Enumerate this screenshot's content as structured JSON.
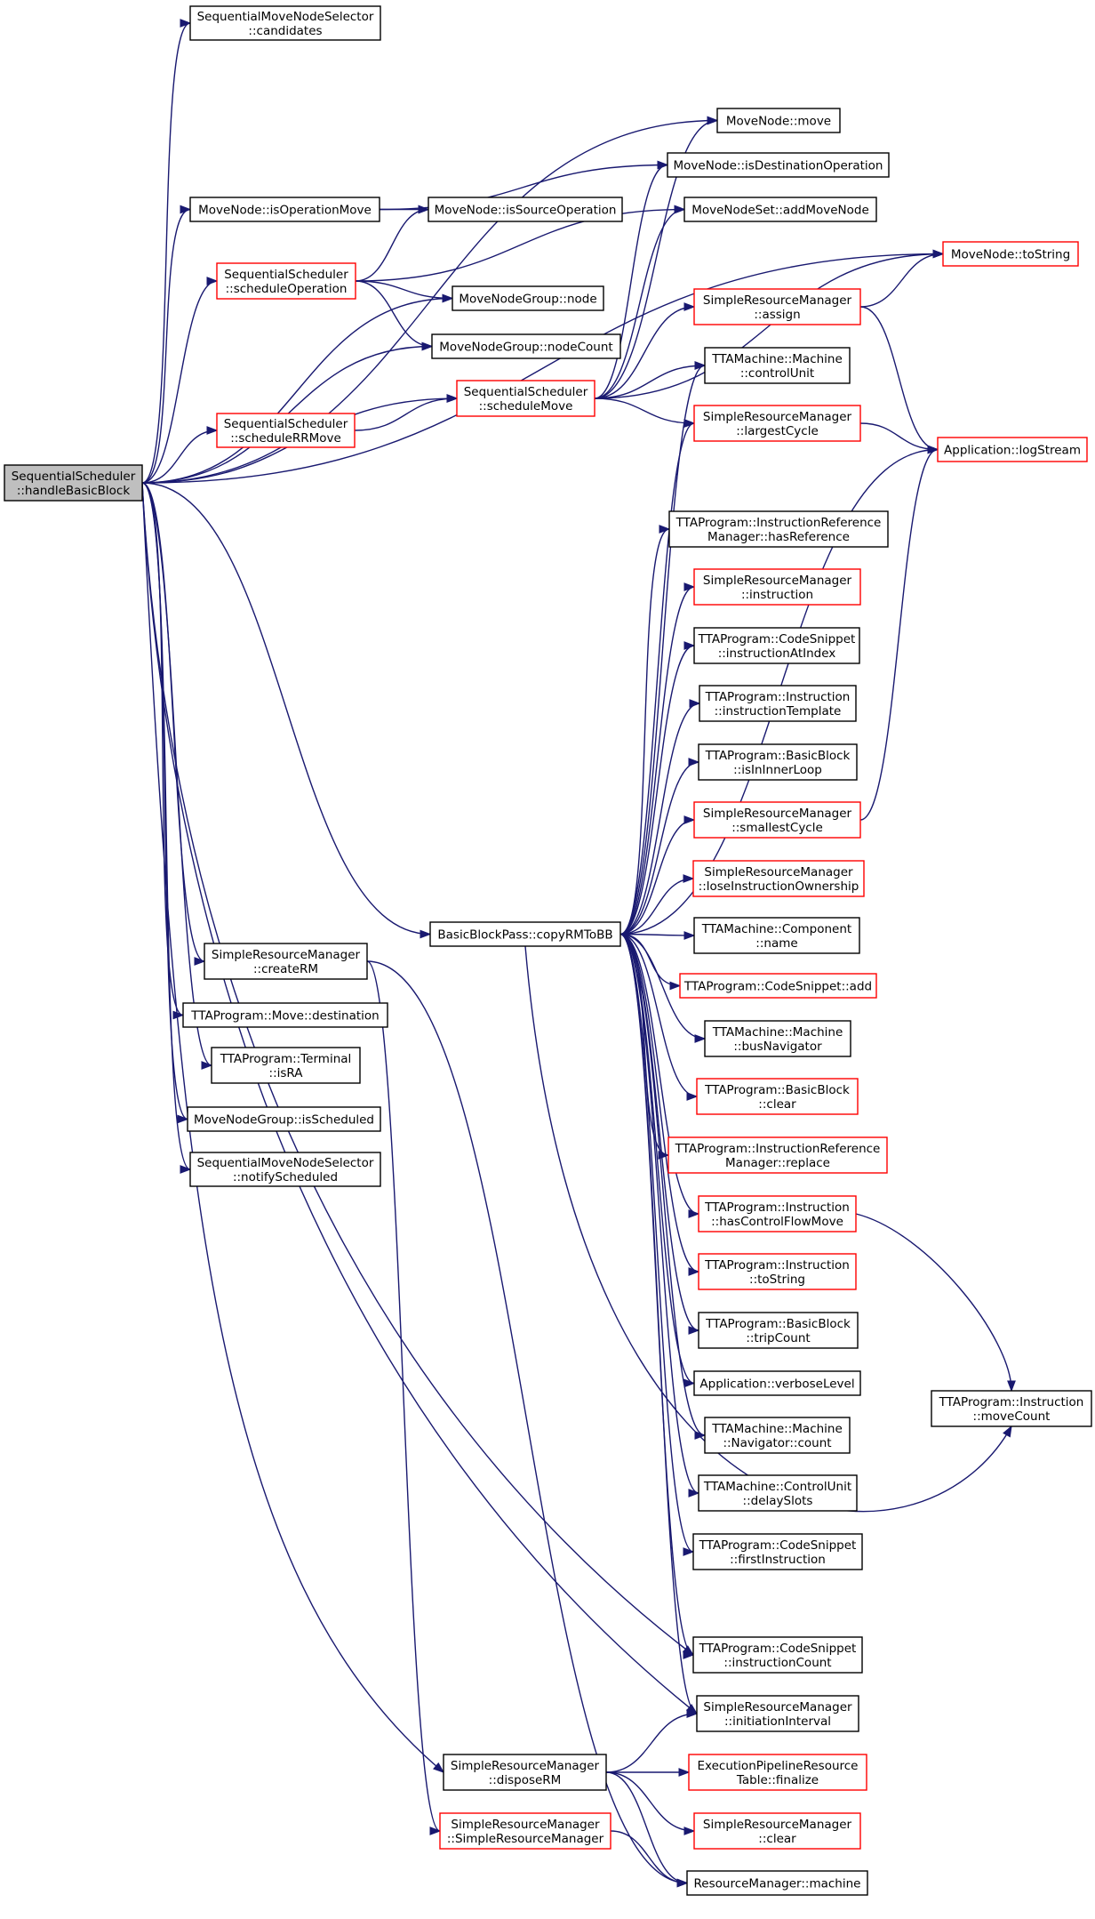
{
  "colors": {
    "edge": "#191970",
    "normal_border": "#000000",
    "truncated_border": "#ff0000",
    "root_fill": "#bfbfbf",
    "node_fill": "#ffffff"
  },
  "nodes": {
    "handleBasicBlock": {
      "lines": [
        "SequentialScheduler",
        "::handleBasicBlock"
      ],
      "style": "root"
    },
    "candidates": {
      "lines": [
        "SequentialMoveNodeSelector",
        "::candidates"
      ],
      "style": "normal"
    },
    "isOperationMove": {
      "lines": [
        "MoveNode::isOperationMove"
      ],
      "style": "normal"
    },
    "scheduleOperation": {
      "lines": [
        "SequentialScheduler",
        "::scheduleOperation"
      ],
      "style": "truncated"
    },
    "scheduleRRMove": {
      "lines": [
        "SequentialScheduler",
        "::scheduleRRMove"
      ],
      "style": "truncated"
    },
    "isSourceOperation": {
      "lines": [
        "MoveNode::isSourceOperation"
      ],
      "style": "normal"
    },
    "node": {
      "lines": [
        "MoveNodeGroup::node"
      ],
      "style": "normal"
    },
    "nodeCount": {
      "lines": [
        "MoveNodeGroup::nodeCount"
      ],
      "style": "normal"
    },
    "scheduleMove": {
      "lines": [
        "SequentialScheduler",
        "::scheduleMove"
      ],
      "style": "truncated"
    },
    "move": {
      "lines": [
        "MoveNode::move"
      ],
      "style": "normal"
    },
    "isDestinationOperation": {
      "lines": [
        "MoveNode::isDestinationOperation"
      ],
      "style": "normal"
    },
    "addMoveNode": {
      "lines": [
        "MoveNodeSet::addMoveNode"
      ],
      "style": "normal"
    },
    "toString": {
      "lines": [
        "MoveNode::toString"
      ],
      "style": "truncated"
    },
    "assign": {
      "lines": [
        "SimpleResourceManager",
        "::assign"
      ],
      "style": "truncated"
    },
    "controlUnit": {
      "lines": [
        "TTAMachine::Machine",
        "::controlUnit"
      ],
      "style": "normal"
    },
    "largestCycle": {
      "lines": [
        "SimpleResourceManager",
        "::largestCycle"
      ],
      "style": "truncated"
    },
    "logStream": {
      "lines": [
        "Application::logStream"
      ],
      "style": "truncated"
    },
    "hasReference": {
      "lines": [
        "TTAProgram::InstructionReference",
        "Manager::hasReference"
      ],
      "style": "normal"
    },
    "instruction": {
      "lines": [
        "SimpleResourceManager",
        "::instruction"
      ],
      "style": "truncated"
    },
    "instructionAtIndex": {
      "lines": [
        "TTAProgram::CodeSnippet",
        "::instructionAtIndex"
      ],
      "style": "normal"
    },
    "instructionTemplate": {
      "lines": [
        "TTAProgram::Instruction",
        "::instructionTemplate"
      ],
      "style": "normal"
    },
    "isInInnerLoop": {
      "lines": [
        "TTAProgram::BasicBlock",
        "::isInInnerLoop"
      ],
      "style": "normal"
    },
    "smallestCycle": {
      "lines": [
        "SimpleResourceManager",
        "::smallestCycle"
      ],
      "style": "truncated"
    },
    "loseInstructionOwnership": {
      "lines": [
        "SimpleResourceManager",
        "::loseInstructionOwnership"
      ],
      "style": "truncated"
    },
    "copyRMToBB": {
      "lines": [
        "BasicBlockPass::copyRMToBB"
      ],
      "style": "normal"
    },
    "componentName": {
      "lines": [
        "TTAMachine::Component",
        "::name"
      ],
      "style": "normal"
    },
    "codeSnippetAdd": {
      "lines": [
        "TTAProgram::CodeSnippet::add"
      ],
      "style": "truncated"
    },
    "busNavigator": {
      "lines": [
        "TTAMachine::Machine",
        "::busNavigator"
      ],
      "style": "normal"
    },
    "bbClear": {
      "lines": [
        "TTAProgram::BasicBlock",
        "::clear"
      ],
      "style": "truncated"
    },
    "replace": {
      "lines": [
        "TTAProgram::InstructionReference",
        "Manager::replace"
      ],
      "style": "truncated"
    },
    "hasControlFlowMove": {
      "lines": [
        "TTAProgram::Instruction",
        "::hasControlFlowMove"
      ],
      "style": "truncated"
    },
    "instrToString": {
      "lines": [
        "TTAProgram::Instruction",
        "::toString"
      ],
      "style": "truncated"
    },
    "tripCount": {
      "lines": [
        "TTAProgram::BasicBlock",
        "::tripCount"
      ],
      "style": "normal"
    },
    "verboseLevel": {
      "lines": [
        "Application::verboseLevel"
      ],
      "style": "normal"
    },
    "navigatorCount": {
      "lines": [
        "TTAMachine::Machine",
        "::Navigator::count"
      ],
      "style": "normal"
    },
    "delaySlots": {
      "lines": [
        "TTAMachine::ControlUnit",
        "::delaySlots"
      ],
      "style": "normal"
    },
    "firstInstruction": {
      "lines": [
        "TTAProgram::CodeSnippet",
        "::firstInstruction"
      ],
      "style": "normal"
    },
    "moveCount": {
      "lines": [
        "TTAProgram::Instruction",
        "::moveCount"
      ],
      "style": "normal"
    },
    "instructionCount": {
      "lines": [
        "TTAProgram::CodeSnippet",
        "::instructionCount"
      ],
      "style": "normal"
    },
    "createRM": {
      "lines": [
        "SimpleResourceManager",
        "::createRM"
      ],
      "style": "normal"
    },
    "destination": {
      "lines": [
        "TTAProgram::Move::destination"
      ],
      "style": "normal"
    },
    "isRA": {
      "lines": [
        "TTAProgram::Terminal",
        "::isRA"
      ],
      "style": "normal"
    },
    "isScheduled": {
      "lines": [
        "MoveNodeGroup::isScheduled"
      ],
      "style": "normal"
    },
    "notifyScheduled": {
      "lines": [
        "SequentialMoveNodeSelector",
        "::notifyScheduled"
      ],
      "style": "normal"
    },
    "initiationInterval": {
      "lines": [
        "SimpleResourceManager",
        "::initiationInterval"
      ],
      "style": "normal"
    },
    "disposeRM": {
      "lines": [
        "SimpleResourceManager",
        "::disposeRM"
      ],
      "style": "normal"
    },
    "finalize": {
      "lines": [
        "ExecutionPipelineResource",
        "Table::finalize"
      ],
      "style": "truncated"
    },
    "srmCtor": {
      "lines": [
        "SimpleResourceManager",
        "::SimpleResourceManager"
      ],
      "style": "truncated"
    },
    "srmClear": {
      "lines": [
        "SimpleResourceManager",
        "::clear"
      ],
      "style": "truncated"
    },
    "machine": {
      "lines": [
        "ResourceManager::machine"
      ],
      "style": "normal"
    }
  },
  "edges": [
    [
      "handleBasicBlock",
      "candidates"
    ],
    [
      "handleBasicBlock",
      "move"
    ],
    [
      "handleBasicBlock",
      "toString"
    ],
    [
      "handleBasicBlock",
      "isOperationMove"
    ],
    [
      "handleBasicBlock",
      "scheduleOperation"
    ],
    [
      "handleBasicBlock",
      "node"
    ],
    [
      "handleBasicBlock",
      "nodeCount"
    ],
    [
      "handleBasicBlock",
      "scheduleRRMove"
    ],
    [
      "handleBasicBlock",
      "scheduleMove"
    ],
    [
      "handleBasicBlock",
      "copyRMToBB"
    ],
    [
      "handleBasicBlock",
      "createRM"
    ],
    [
      "handleBasicBlock",
      "destination"
    ],
    [
      "handleBasicBlock",
      "isRA"
    ],
    [
      "handleBasicBlock",
      "isScheduled"
    ],
    [
      "handleBasicBlock",
      "notifyScheduled"
    ],
    [
      "handleBasicBlock",
      "instructionCount"
    ],
    [
      "handleBasicBlock",
      "initiationInterval"
    ],
    [
      "handleBasicBlock",
      "disposeRM"
    ],
    [
      "isOperationMove",
      "isDestinationOperation"
    ],
    [
      "isOperationMove",
      "isSourceOperation"
    ],
    [
      "scheduleOperation",
      "isSourceOperation"
    ],
    [
      "scheduleOperation",
      "addMoveNode"
    ],
    [
      "scheduleOperation",
      "node"
    ],
    [
      "scheduleOperation",
      "nodeCount"
    ],
    [
      "scheduleRRMove",
      "scheduleMove"
    ],
    [
      "scheduleMove",
      "move"
    ],
    [
      "scheduleMove",
      "isDestinationOperation"
    ],
    [
      "scheduleMove",
      "addMoveNode"
    ],
    [
      "scheduleMove",
      "toString"
    ],
    [
      "scheduleMove",
      "assign"
    ],
    [
      "scheduleMove",
      "controlUnit"
    ],
    [
      "scheduleMove",
      "largestCycle"
    ],
    [
      "assign",
      "toString"
    ],
    [
      "assign",
      "logStream"
    ],
    [
      "largestCycle",
      "logStream"
    ],
    [
      "smallestCycle",
      "logStream"
    ],
    [
      "copyRMToBB",
      "controlUnit"
    ],
    [
      "copyRMToBB",
      "largestCycle"
    ],
    [
      "copyRMToBB",
      "logStream"
    ],
    [
      "copyRMToBB",
      "hasReference"
    ],
    [
      "copyRMToBB",
      "instruction"
    ],
    [
      "copyRMToBB",
      "instructionAtIndex"
    ],
    [
      "copyRMToBB",
      "instructionTemplate"
    ],
    [
      "copyRMToBB",
      "isInInnerLoop"
    ],
    [
      "copyRMToBB",
      "smallestCycle"
    ],
    [
      "copyRMToBB",
      "loseInstructionOwnership"
    ],
    [
      "copyRMToBB",
      "componentName"
    ],
    [
      "copyRMToBB",
      "codeSnippetAdd"
    ],
    [
      "copyRMToBB",
      "busNavigator"
    ],
    [
      "copyRMToBB",
      "bbClear"
    ],
    [
      "copyRMToBB",
      "replace"
    ],
    [
      "copyRMToBB",
      "hasControlFlowMove"
    ],
    [
      "copyRMToBB",
      "instrToString"
    ],
    [
      "copyRMToBB",
      "tripCount"
    ],
    [
      "copyRMToBB",
      "verboseLevel"
    ],
    [
      "copyRMToBB",
      "navigatorCount"
    ],
    [
      "copyRMToBB",
      "delaySlots"
    ],
    [
      "copyRMToBB",
      "firstInstruction"
    ],
    [
      "copyRMToBB",
      "moveCount"
    ],
    [
      "copyRMToBB",
      "instructionCount"
    ],
    [
      "copyRMToBB",
      "initiationInterval"
    ],
    [
      "hasControlFlowMove",
      "moveCount"
    ],
    [
      "createRM",
      "srmCtor"
    ],
    [
      "createRM",
      "machine"
    ],
    [
      "disposeRM",
      "initiationInterval"
    ],
    [
      "disposeRM",
      "finalize"
    ],
    [
      "disposeRM",
      "srmClear"
    ],
    [
      "disposeRM",
      "machine"
    ],
    [
      "srmCtor",
      "machine"
    ]
  ]
}
